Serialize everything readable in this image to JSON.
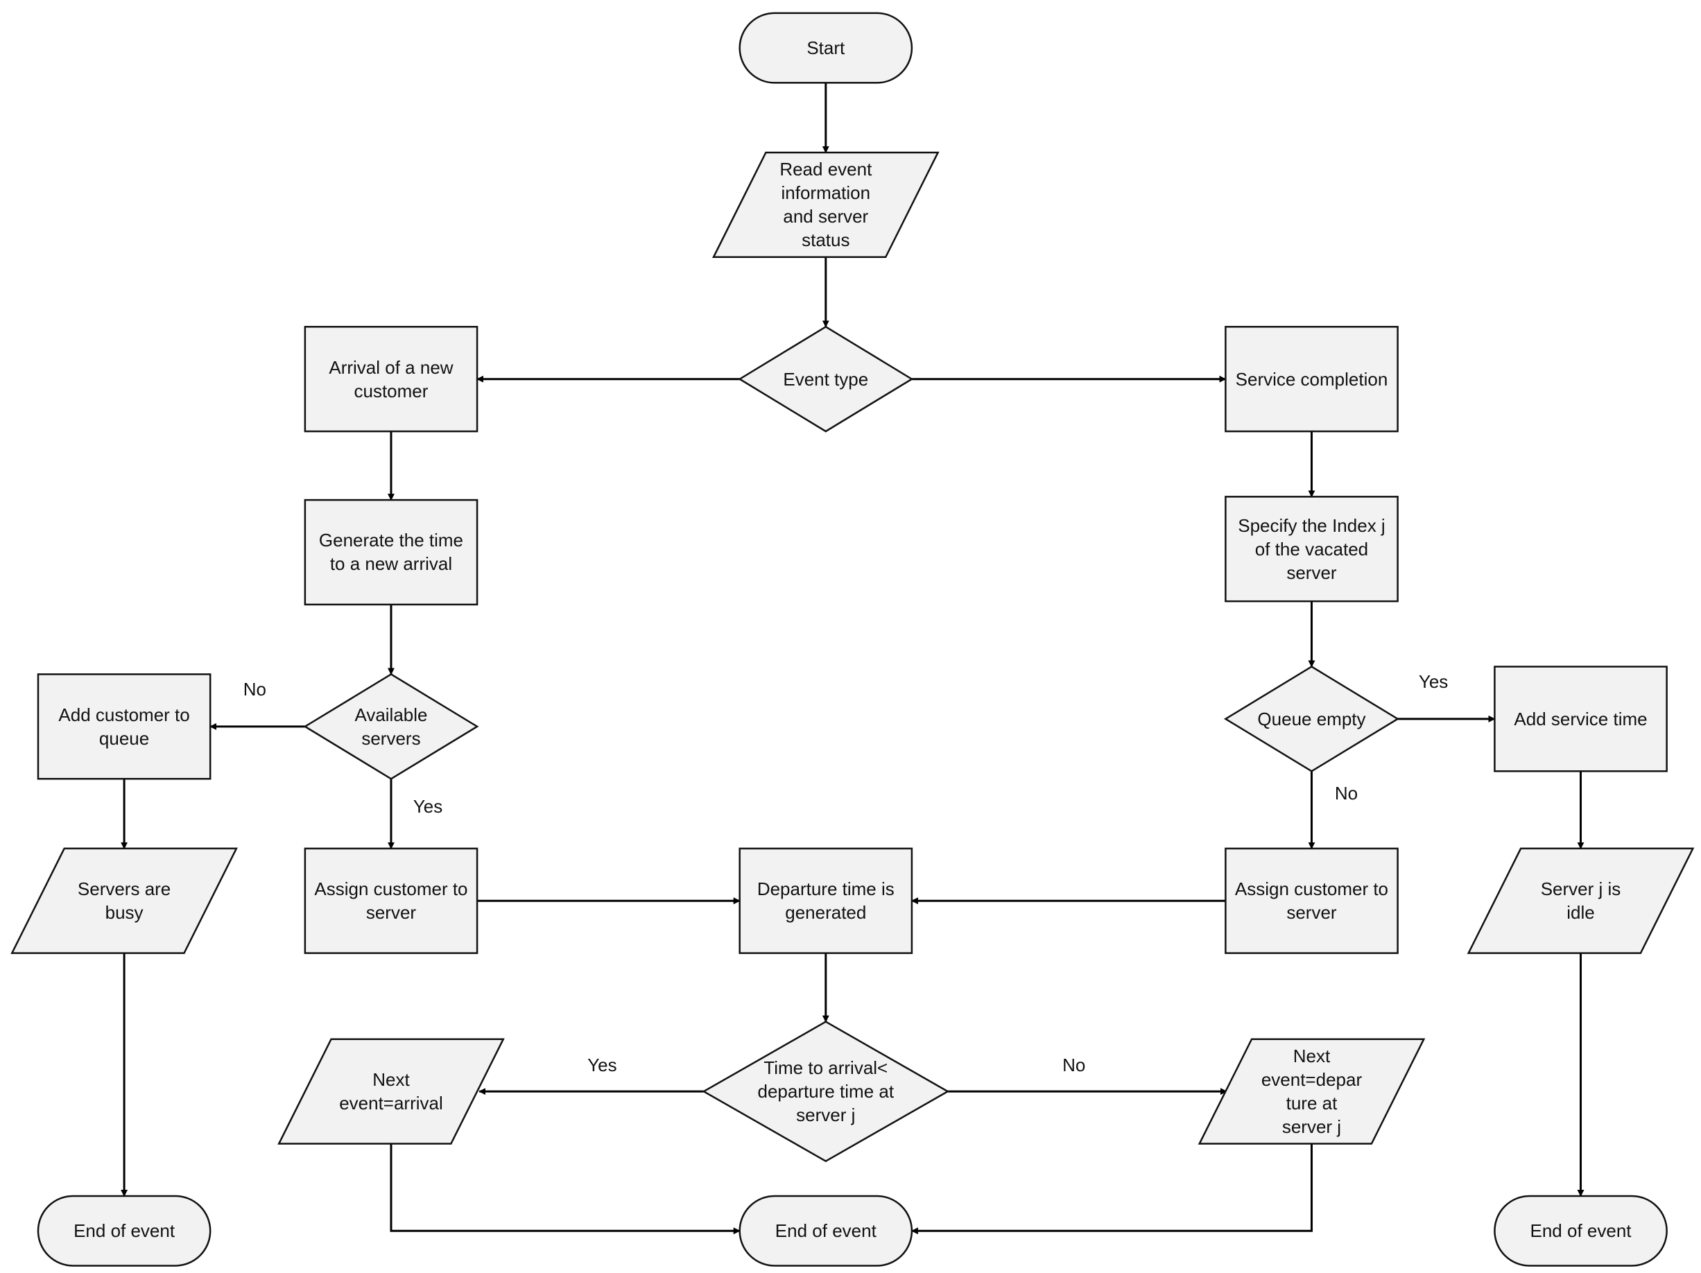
{
  "nodes": [
    {
      "id": "start",
      "shape": "terminal",
      "lines": [
        "Start"
      ]
    },
    {
      "id": "read",
      "shape": "io",
      "lines": [
        "Read event",
        "information",
        "and server",
        "status"
      ]
    },
    {
      "id": "eventtype",
      "shape": "decision",
      "lines": [
        "Event type"
      ]
    },
    {
      "id": "arrival",
      "shape": "process",
      "lines": [
        "Arrival of a new",
        "customer"
      ]
    },
    {
      "id": "service",
      "shape": "process",
      "lines": [
        "Service completion"
      ]
    },
    {
      "id": "gentime",
      "shape": "process",
      "lines": [
        "Generate the time",
        "to a new arrival"
      ]
    },
    {
      "id": "specify",
      "shape": "process",
      "lines": [
        "Specify the Index j",
        "of the vacated",
        "server"
      ]
    },
    {
      "id": "available",
      "shape": "decision",
      "lines": [
        "Available servers"
      ]
    },
    {
      "id": "queueempty",
      "shape": "decision",
      "lines": [
        "Queue empty"
      ]
    },
    {
      "id": "addqueue",
      "shape": "process",
      "lines": [
        "Add customer to",
        "queue"
      ]
    },
    {
      "id": "addservice",
      "shape": "process",
      "lines": [
        "Add service time"
      ]
    },
    {
      "id": "busy",
      "shape": "io",
      "lines": [
        "Servers are",
        "busy"
      ]
    },
    {
      "id": "assignL",
      "shape": "process",
      "lines": [
        "Assign customer to",
        "server"
      ]
    },
    {
      "id": "departure",
      "shape": "process",
      "lines": [
        "Departure time is",
        "generated"
      ]
    },
    {
      "id": "assignR",
      "shape": "process",
      "lines": [
        "Assign customer to",
        "server"
      ]
    },
    {
      "id": "idle",
      "shape": "io",
      "lines": [
        "Server j is",
        "idle"
      ]
    },
    {
      "id": "compare",
      "shape": "decision",
      "lines": [
        "Time to arrival<",
        "departure time at",
        "server j"
      ]
    },
    {
      "id": "nextarr",
      "shape": "io",
      "lines": [
        "Next",
        "event=arrival"
      ]
    },
    {
      "id": "nextdep",
      "shape": "io",
      "lines": [
        "Next",
        "event=depar",
        "ture at",
        "server j"
      ]
    },
    {
      "id": "endL",
      "shape": "terminal",
      "lines": [
        "End of event"
      ]
    },
    {
      "id": "endM",
      "shape": "terminal",
      "lines": [
        "End of event"
      ]
    },
    {
      "id": "endR",
      "shape": "terminal",
      "lines": [
        "End of event"
      ]
    }
  ],
  "edges": [
    {
      "id": "e-start-read",
      "from": "start",
      "to": "read"
    },
    {
      "id": "e-read-eventtype",
      "from": "read",
      "to": "eventtype"
    },
    {
      "id": "e-eventtype-arrival",
      "from": "eventtype",
      "to": "arrival"
    },
    {
      "id": "e-eventtype-service",
      "from": "eventtype",
      "to": "service"
    },
    {
      "id": "e-arrival-gentime",
      "from": "arrival",
      "to": "gentime"
    },
    {
      "id": "e-service-specify",
      "from": "service",
      "to": "specify"
    },
    {
      "id": "e-gentime-available",
      "from": "gentime",
      "to": "available"
    },
    {
      "id": "e-specify-queueempty",
      "from": "specify",
      "to": "queueempty"
    },
    {
      "id": "e-available-addqueue",
      "from": "available",
      "to": "addqueue",
      "label": "No"
    },
    {
      "id": "e-available-assignL",
      "from": "available",
      "to": "assignL",
      "label": "Yes"
    },
    {
      "id": "e-queueempty-addservice",
      "from": "queueempty",
      "to": "addservice",
      "label": "Yes"
    },
    {
      "id": "e-queueempty-assignR",
      "from": "queueempty",
      "to": "assignR",
      "label": "No"
    },
    {
      "id": "e-addqueue-busy",
      "from": "addqueue",
      "to": "busy"
    },
    {
      "id": "e-addservice-idle",
      "from": "addservice",
      "to": "idle"
    },
    {
      "id": "e-assignL-departure",
      "from": "assignL",
      "to": "departure"
    },
    {
      "id": "e-assignR-departure",
      "from": "assignR",
      "to": "departure"
    },
    {
      "id": "e-departure-compare",
      "from": "departure",
      "to": "compare"
    },
    {
      "id": "e-compare-nextarr",
      "from": "compare",
      "to": "nextarr",
      "label": "Yes"
    },
    {
      "id": "e-compare-nextdep",
      "from": "compare",
      "to": "nextdep",
      "label": "No"
    },
    {
      "id": "e-busy-endL",
      "from": "busy",
      "to": "endL"
    },
    {
      "id": "e-idle-endR",
      "from": "idle",
      "to": "endR"
    },
    {
      "id": "e-nextarr-endM",
      "from": "nextarr",
      "to": "endM"
    },
    {
      "id": "e-nextdep-endM",
      "from": "nextdep",
      "to": "endM"
    }
  ]
}
